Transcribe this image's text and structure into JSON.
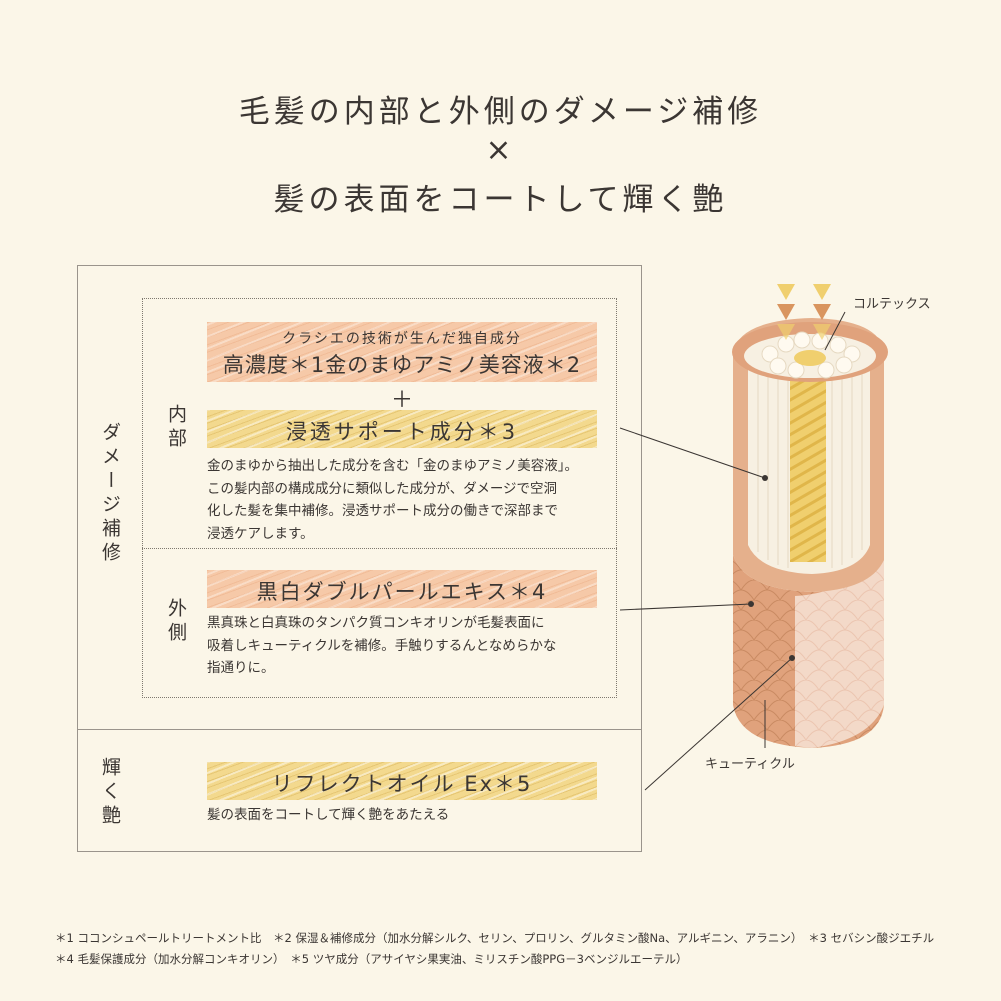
{
  "headings": {
    "line1": "毛髪の内部と外側のダメージ補修",
    "line2": "×",
    "line3": "髪の表面をコートして輝く艶"
  },
  "sections": {
    "damage_label": "ダメージ補修",
    "inner_label": "内部",
    "outer_label": "外側",
    "shine_label": "輝く艶"
  },
  "inner": {
    "band1_sub": "クラシエの技術が生んだ独自成分",
    "band1_main": "高濃度＊1金のまゆアミノ美容液＊2",
    "plus": "＋",
    "band2_main": "浸透サポート成分＊3",
    "desc": [
      "金のまゆから抽出した成分を含む「金のまゆアミノ美容液」。",
      "この髪内部の構成成分に類似した成分が、ダメージで空洞",
      "化した髪を集中補修。浸透サポート成分の働きで深部まで",
      "浸透ケアします。"
    ]
  },
  "outer": {
    "band_main": "黒白ダブルパールエキス＊4",
    "desc": [
      "黒真珠と白真珠のタンパク質コンキオリンが毛髪表面に",
      "吸着しキューティクルを補修。手触りするんとなめらかな",
      "指通りに。"
    ]
  },
  "shine": {
    "band_main": "リフレクトオイル Ex＊5",
    "desc": "髪の表面をコートして輝く艶をあたえる"
  },
  "illustration": {
    "cortex_label": "コルテックス",
    "cuticle_label": "キューティクル"
  },
  "footnotes": {
    "line1": "＊1 ココンシュペールトリートメント比　＊2 保湿＆補修成分（加水分解シルク、セリン、プロリン、グルタミン酸Na、アルギニン、アラニン）　＊3 セバシン酸ジエチル",
    "line2": "＊4 毛髪保護成分（加水分解コンキオリン）　＊5 ツヤ成分（アサイヤシ果実油、ミリスチン酸PPG－3ベンジルエーテル）"
  },
  "colors": {
    "background": "#fbf6e8",
    "peach_band": "#f6c9a8",
    "gold_band": "#f3d98e",
    "hair_cuticle": "#e0a27c",
    "hair_inner": "#f7f0e2",
    "text": "#3b3633"
  }
}
